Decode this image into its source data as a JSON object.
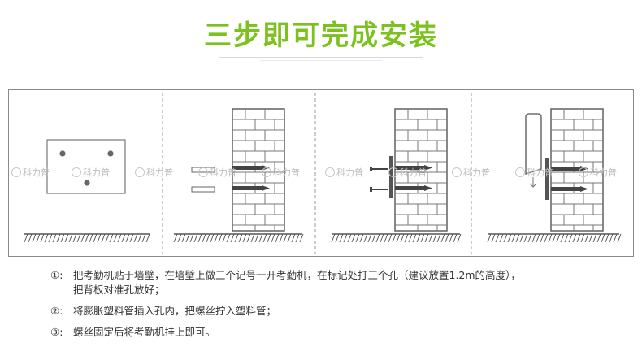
{
  "title": "三步即可完成安装",
  "watermark": "科力普",
  "colors": {
    "title": "#7cc11e",
    "line": "#8a8a8a",
    "brick": "#555555"
  },
  "steps": [
    {
      "num": "①:",
      "text": "把考勤机贴于墙壁，在墙壁上做三个记号一开考勤机，在标记处打三个孔（建议放置1.2m的高度），",
      "cont": "把背板对准孔放好；"
    },
    {
      "num": "②:",
      "text": "将膨胀塑料管插入孔内，把螺丝拧入塑料管；",
      "cont": ""
    },
    {
      "num": "③:",
      "text": "螺丝固定后将考勤机挂上即可。",
      "cont": ""
    }
  ]
}
